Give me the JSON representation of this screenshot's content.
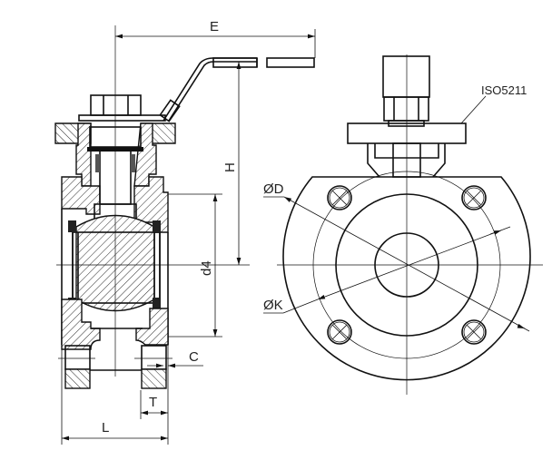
{
  "drawing": {
    "labels": {
      "E": "E",
      "H": "H",
      "D": "ØD",
      "iso": "ISO5211",
      "d4": "d4",
      "K": "ØK",
      "C": "C",
      "T": "T",
      "L": "L"
    },
    "line_color": "#111111"
  }
}
